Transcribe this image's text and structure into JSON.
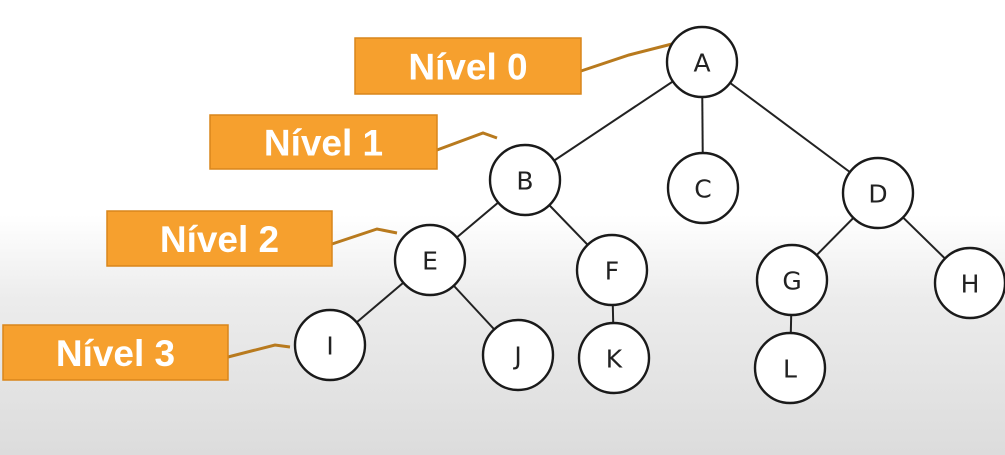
{
  "levels": [
    {
      "id": "level-0",
      "label": "Nível 0"
    },
    {
      "id": "level-1",
      "label": "Nível 1"
    },
    {
      "id": "level-2",
      "label": "Nível 2"
    },
    {
      "id": "level-3",
      "label": "Nível 3"
    }
  ],
  "nodes": [
    {
      "id": "A",
      "label": "A",
      "level": 0
    },
    {
      "id": "B",
      "label": "B",
      "level": 1
    },
    {
      "id": "C",
      "label": "C",
      "level": 1
    },
    {
      "id": "D",
      "label": "D",
      "level": 1
    },
    {
      "id": "E",
      "label": "E",
      "level": 2
    },
    {
      "id": "F",
      "label": "F",
      "level": 2
    },
    {
      "id": "G",
      "label": "G",
      "level": 2
    },
    {
      "id": "H",
      "label": "H",
      "level": 2
    },
    {
      "id": "I",
      "label": "I",
      "level": 3
    },
    {
      "id": "J",
      "label": "J",
      "level": 3
    },
    {
      "id": "K",
      "label": "K",
      "level": 3
    },
    {
      "id": "L",
      "label": "L",
      "level": 3
    }
  ],
  "edges": [
    [
      "A",
      "B"
    ],
    [
      "A",
      "C"
    ],
    [
      "A",
      "D"
    ],
    [
      "B",
      "E"
    ],
    [
      "B",
      "F"
    ],
    [
      "D",
      "G"
    ],
    [
      "D",
      "H"
    ],
    [
      "E",
      "I"
    ],
    [
      "E",
      "J"
    ],
    [
      "F",
      "K"
    ],
    [
      "G",
      "L"
    ]
  ],
  "colors": {
    "level_box": "#f6a02e",
    "level_text": "#ffffff",
    "leader_line": "#b87a1e",
    "node_stroke": "#1a1a1a"
  }
}
